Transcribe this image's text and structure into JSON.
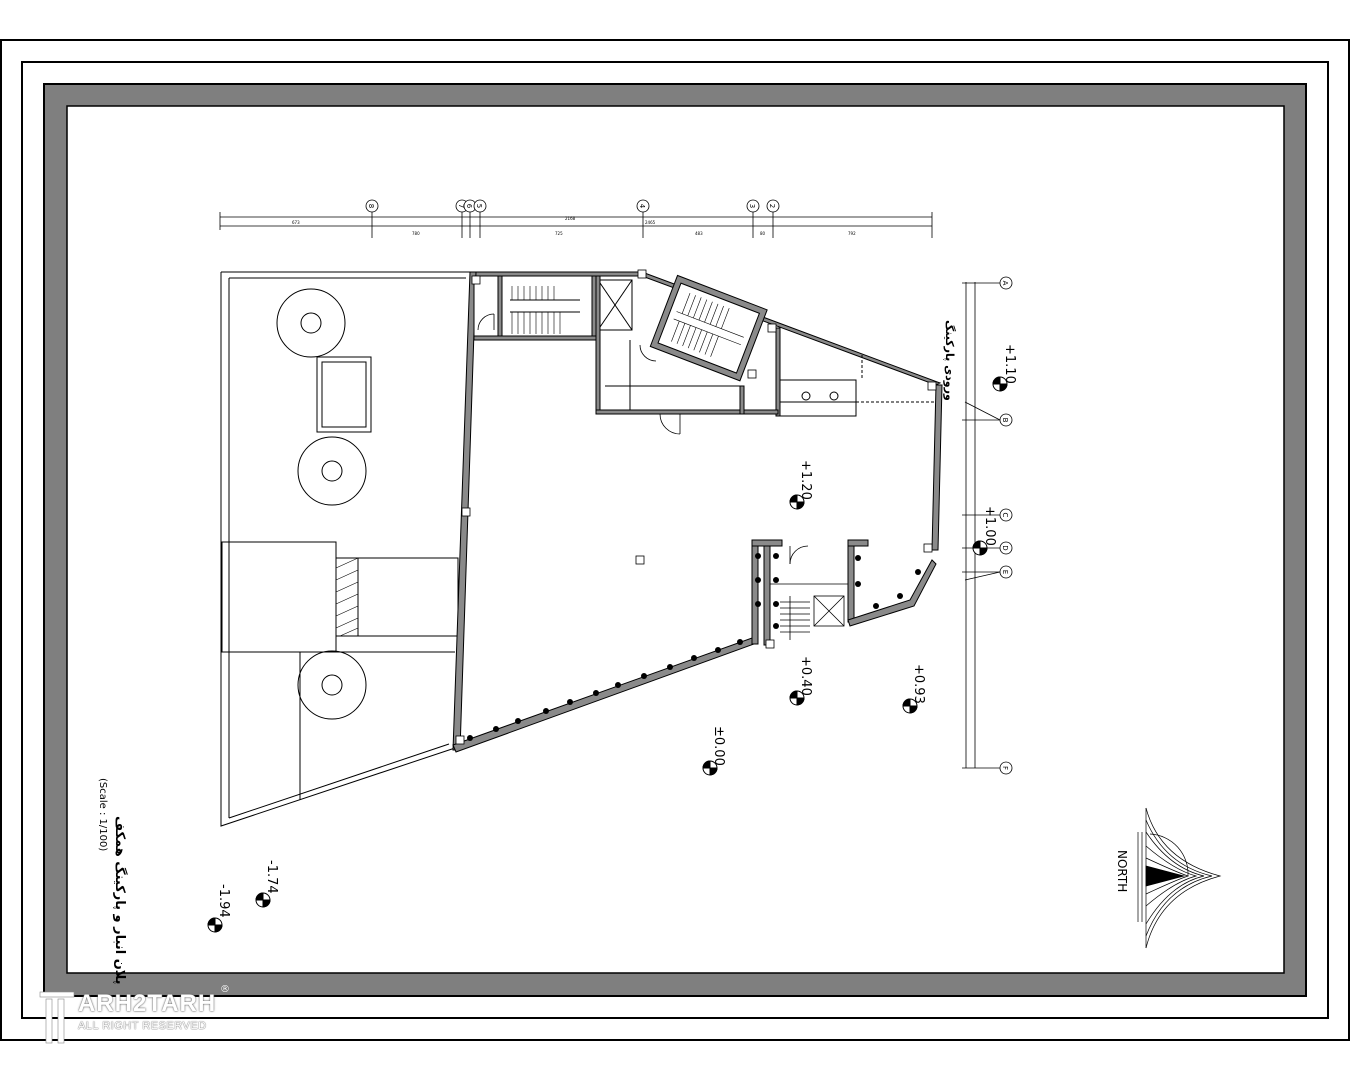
{
  "drawing": {
    "title": "پلان انبار و پارکینگ همکف",
    "scale": "(Scale : 1/100)",
    "north_label": "NORTH"
  },
  "grid_top": [
    "8",
    "7",
    "6",
    "5",
    "4",
    "3",
    "2"
  ],
  "grid_right": [
    "A",
    "B",
    "C",
    "D",
    "E",
    "F"
  ],
  "levels": {
    "l1": "+1.10",
    "l2": "+1.20",
    "l3": "+1.00",
    "l4": "+0.40",
    "l5": "+0.93",
    "l6": "±0.00",
    "l7": "-1.74",
    "l8": "-1.94"
  },
  "right_note": "ورودی پارکینگ",
  "watermark": {
    "name": "ARH2TARH",
    "sub": "ALL RIGHT RESERVED",
    "reg": "®"
  }
}
